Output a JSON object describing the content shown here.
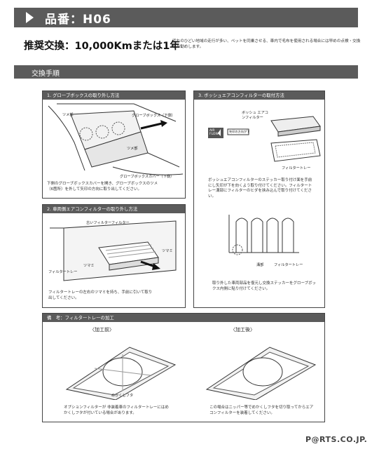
{
  "header": {
    "title": "品番：H06"
  },
  "recommend": {
    "label": "推奨交換：10,000Kmまたは1年",
    "note": "汚れのひどい地域の走行が多い、ペットを同乗させる、車内で毛布を使用される場合には早めの点検・交換をお勧めします。"
  },
  "section": {
    "title": "交換手順"
  },
  "panel1": {
    "title": "1.  グローブボックスの取り外し方法",
    "labels": {
      "tab1": "ツメ部",
      "glovebox": "グローブボックス（下側）",
      "tab2": "ツメ部",
      "cover": "グローブボックスカバー（下側）"
    },
    "text": "下側のグローブボックスカバーを開き、グローブボックスのツメ（6箇所）を外して矢印の方向に取り出してください。"
  },
  "panel2": {
    "title": "2.  車両側エアコンフィルターの取り外し方法",
    "labels": {
      "old_filter": "古いフィルターフィルター",
      "knob1": "ツマミ",
      "knob2": "ツマミ",
      "tray": "フィルタートレー"
    },
    "text": "フィルタートレーの左右のツマミを持ち、手前に引いて取り出してください。"
  },
  "panel3": {
    "title": "3.  ボッシュエアコンフィルターの取付方法",
    "labels": {
      "bosch_filter": "ボッシュ エアコンフィルター",
      "airflow": "AIR FLOW",
      "arrow_down": "矢印の方向が下",
      "tray": "フィルタートレー"
    },
    "text": "ボッシュエアコンフィルターのステッカー取り付け面を手前にし矢印が下を向くよう取り付けてください。フィルタートレー溝部にフィルターのヒダを挟み込んで取り付けてください。",
    "labels2": {
      "groove": "溝部",
      "tray": "フィルタートレー"
    },
    "text2": "取り外した車両部品を復元し交換ステッカーをグローブボックス内側に貼り付けてください。"
  },
  "panel4": {
    "title": "備　考：フィルタートレーの加工",
    "before": "〈加工前〉",
    "after": "〈加工後〉",
    "lid_label": "めかくしフタ",
    "text_left": "オプションフィルターが 非装着車のフィルタートレーにはめかくしフタが付いている場合があります。",
    "text_right": "この場合はニッパー等でめかくしフタを切り取ってからエアコンフィルターを装着してください。"
  },
  "footer": {
    "logo": "P@RTS.CO.JP."
  }
}
